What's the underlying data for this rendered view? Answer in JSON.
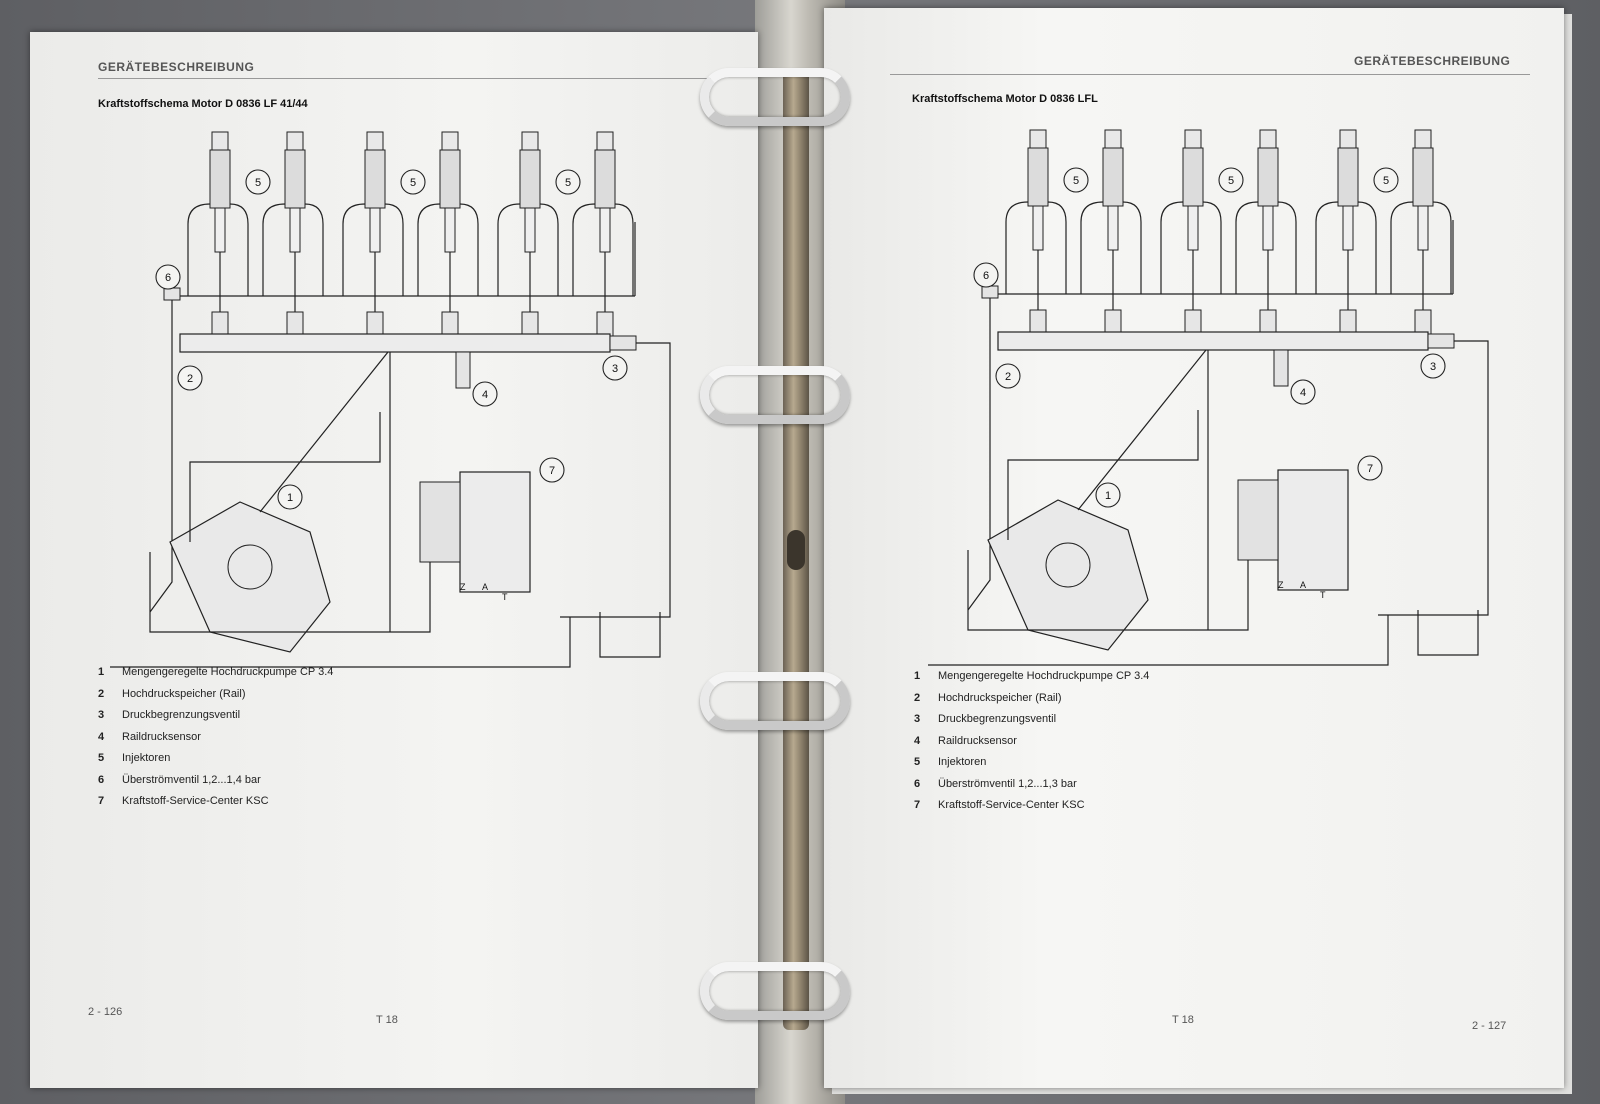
{
  "left_page": {
    "header": "GERÄTEBESCHREIBUNG",
    "title": "Kraftstoffschema Motor D 0836 LF 41/44",
    "callouts": [
      "1",
      "2",
      "3",
      "4",
      "5",
      "5",
      "5",
      "6",
      "7"
    ],
    "legend": [
      {
        "num": "1",
        "text": "Mengengeregelte Hochdruckpumpe CP 3.4"
      },
      {
        "num": "2",
        "text": "Hochdruckspeicher (Rail)"
      },
      {
        "num": "3",
        "text": "Druckbegrenzungsventil"
      },
      {
        "num": "4",
        "text": "Raildrucksensor"
      },
      {
        "num": "5",
        "text": "Injektoren"
      },
      {
        "num": "6",
        "text": "Überströmventil 1,2...1,4 bar"
      },
      {
        "num": "7",
        "text": "Kraftstoff-Service-Center KSC"
      }
    ],
    "page_number": "2 - 126",
    "code": "T 18"
  },
  "right_page": {
    "header": "GERÄTEBESCHREIBUNG",
    "title": "Kraftstoffschema Motor D 0836 LFL",
    "callouts": [
      "1",
      "2",
      "3",
      "4",
      "5",
      "5",
      "5",
      "6",
      "7"
    ],
    "legend": [
      {
        "num": "1",
        "text": "Mengengeregelte Hochdruckpumpe CP 3.4"
      },
      {
        "num": "2",
        "text": "Hochdruckspeicher (Rail)"
      },
      {
        "num": "3",
        "text": "Druckbegrenzungsventil"
      },
      {
        "num": "4",
        "text": "Raildrucksensor"
      },
      {
        "num": "5",
        "text": "Injektoren"
      },
      {
        "num": "6",
        "text": "Überströmventil 1,2...1,3 bar"
      },
      {
        "num": "7",
        "text": "Kraftstoff-Service-Center KSC"
      }
    ],
    "page_number": "2 - 127",
    "code": "T 18"
  },
  "filter_labels": [
    "Z",
    "A",
    "T"
  ]
}
